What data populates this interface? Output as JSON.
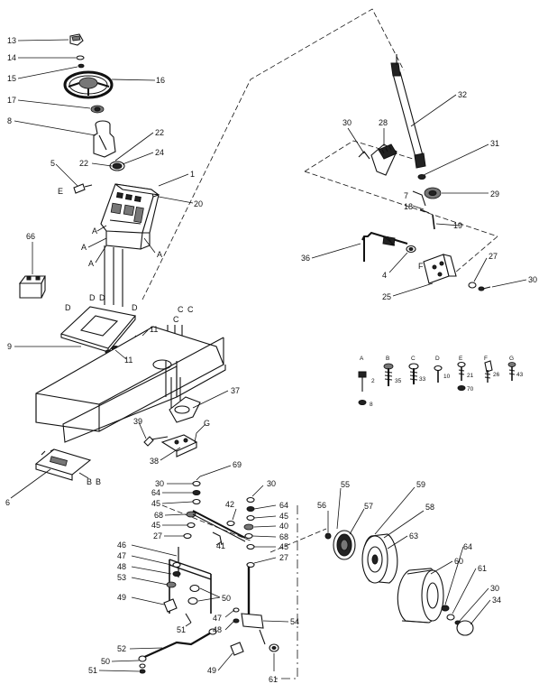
{
  "diagram": {
    "callouts": [
      {
        "id": "c13",
        "text": "13"
      },
      {
        "id": "c14",
        "text": "14"
      },
      {
        "id": "c15",
        "text": "15"
      },
      {
        "id": "c16",
        "text": "16"
      },
      {
        "id": "c17",
        "text": "17"
      },
      {
        "id": "c8",
        "text": "8"
      },
      {
        "id": "c22a",
        "text": "22"
      },
      {
        "id": "c22b",
        "text": "22"
      },
      {
        "id": "c24",
        "text": "24"
      },
      {
        "id": "c5",
        "text": "5"
      },
      {
        "id": "cE1",
        "text": "E"
      },
      {
        "id": "c1",
        "text": "1"
      },
      {
        "id": "c20",
        "text": "20"
      },
      {
        "id": "cA1",
        "text": "A"
      },
      {
        "id": "cA2",
        "text": "A"
      },
      {
        "id": "cA3",
        "text": "A"
      },
      {
        "id": "cA4",
        "text": "A"
      },
      {
        "id": "c66",
        "text": "66"
      },
      {
        "id": "cD1",
        "text": "D"
      },
      {
        "id": "cD2",
        "text": "D"
      },
      {
        "id": "cD3",
        "text": "D"
      },
      {
        "id": "cD4",
        "text": "D"
      },
      {
        "id": "cC1",
        "text": "C"
      },
      {
        "id": "cC2",
        "text": "C"
      },
      {
        "id": "cC3",
        "text": "C"
      },
      {
        "id": "c9",
        "text": "9"
      },
      {
        "id": "c11a",
        "text": "11"
      },
      {
        "id": "c11b",
        "text": "11"
      },
      {
        "id": "c37",
        "text": "37"
      },
      {
        "id": "c39",
        "text": "39"
      },
      {
        "id": "cG1",
        "text": "G"
      },
      {
        "id": "c38",
        "text": "38"
      },
      {
        "id": "c6",
        "text": "6"
      },
      {
        "id": "cB1",
        "text": "B"
      },
      {
        "id": "cB2",
        "text": "B"
      },
      {
        "id": "c32",
        "text": "32"
      },
      {
        "id": "c30a",
        "text": "30"
      },
      {
        "id": "c28",
        "text": "28"
      },
      {
        "id": "c31",
        "text": "31"
      },
      {
        "id": "c7",
        "text": "7"
      },
      {
        "id": "c29",
        "text": "29"
      },
      {
        "id": "c18",
        "text": "18"
      },
      {
        "id": "c19",
        "text": "19"
      },
      {
        "id": "c36",
        "text": "36"
      },
      {
        "id": "cF1",
        "text": "F"
      },
      {
        "id": "c4",
        "text": "4"
      },
      {
        "id": "c27a",
        "text": "27"
      },
      {
        "id": "c30b",
        "text": "30"
      },
      {
        "id": "c25",
        "text": "25"
      },
      {
        "id": "c69",
        "text": "69"
      },
      {
        "id": "c30c",
        "text": "30"
      },
      {
        "id": "c64a",
        "text": "64"
      },
      {
        "id": "c45a",
        "text": "45"
      },
      {
        "id": "c68a",
        "text": "68"
      },
      {
        "id": "c45b",
        "text": "45"
      },
      {
        "id": "c27b",
        "text": "27"
      },
      {
        "id": "c42",
        "text": "42"
      },
      {
        "id": "c30d",
        "text": "30"
      },
      {
        "id": "c64b",
        "text": "64"
      },
      {
        "id": "c45c",
        "text": "45"
      },
      {
        "id": "c40",
        "text": "40"
      },
      {
        "id": "c68b",
        "text": "68"
      },
      {
        "id": "c45d",
        "text": "45"
      },
      {
        "id": "c27c",
        "text": "27"
      },
      {
        "id": "c41",
        "text": "41"
      },
      {
        "id": "c46",
        "text": "46"
      },
      {
        "id": "c47a",
        "text": "47"
      },
      {
        "id": "c48a",
        "text": "48"
      },
      {
        "id": "c53",
        "text": "53"
      },
      {
        "id": "c49a",
        "text": "49"
      },
      {
        "id": "c50a",
        "text": "50"
      },
      {
        "id": "c51a",
        "text": "51"
      },
      {
        "id": "c47b",
        "text": "47"
      },
      {
        "id": "c48b",
        "text": "48"
      },
      {
        "id": "c54",
        "text": "54"
      },
      {
        "id": "c52",
        "text": "52"
      },
      {
        "id": "c50b",
        "text": "50"
      },
      {
        "id": "c51b",
        "text": "51"
      },
      {
        "id": "c49b",
        "text": "49"
      },
      {
        "id": "c61a",
        "text": "61"
      },
      {
        "id": "c56",
        "text": "56"
      },
      {
        "id": "c55",
        "text": "55"
      },
      {
        "id": "c57",
        "text": "57"
      },
      {
        "id": "c59",
        "text": "59"
      },
      {
        "id": "c58",
        "text": "58"
      },
      {
        "id": "c63",
        "text": "63"
      },
      {
        "id": "c60",
        "text": "60"
      },
      {
        "id": "c64c",
        "text": "64"
      },
      {
        "id": "c61b",
        "text": "61"
      },
      {
        "id": "c30e",
        "text": "30"
      },
      {
        "id": "c34",
        "text": "34"
      }
    ],
    "hardware_legend": [
      {
        "letter": "A",
        "qty_a": "2",
        "qty_b": "8"
      },
      {
        "letter": "B",
        "qty": "35"
      },
      {
        "letter": "C",
        "qty": "33"
      },
      {
        "letter": "D",
        "qty": "10"
      },
      {
        "letter": "E",
        "qty_a": "21",
        "qty_b": "70"
      },
      {
        "letter": "F",
        "qty": "26"
      },
      {
        "letter": "G",
        "qty": "43"
      }
    ]
  }
}
